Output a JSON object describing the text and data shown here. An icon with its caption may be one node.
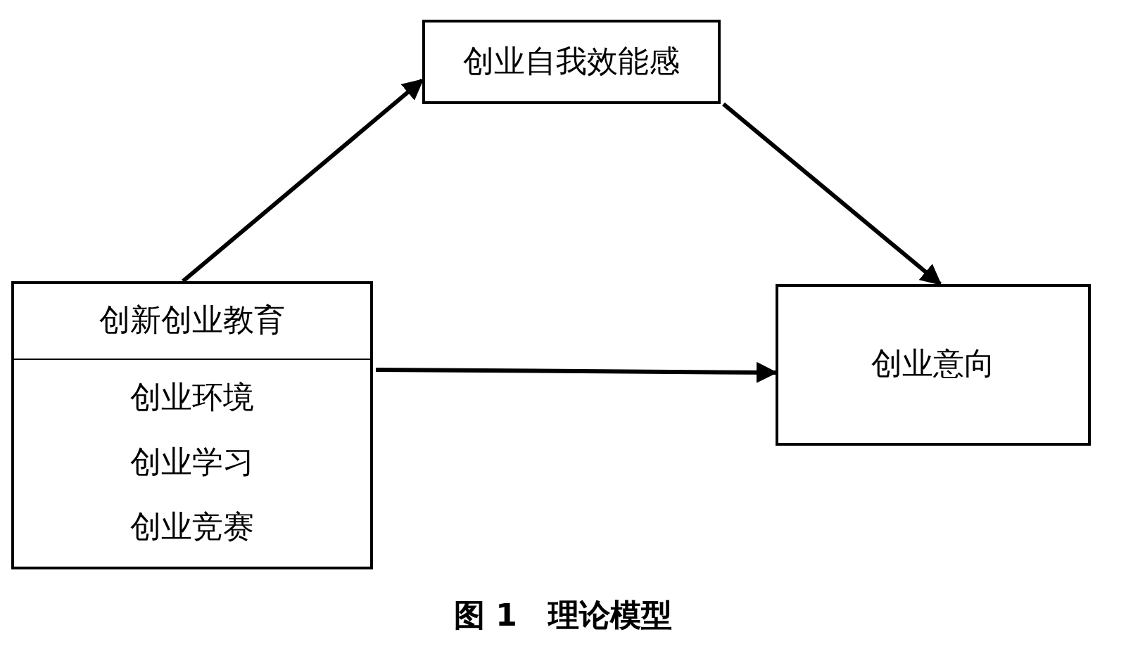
{
  "diagram": {
    "caption": "图 1　理论模型",
    "nodes": [
      {
        "text": [
          "创新创业教育",
          "创业环境",
          "创业学习",
          "创业竞赛"
        ]
      },
      {
        "text": [
          "创业自我效能感"
        ]
      },
      {
        "text": [
          "创业意向"
        ]
      }
    ],
    "edges": [
      {
        "from": 0,
        "to": 1,
        "arrow": "to"
      },
      {
        "from": 1,
        "to": 2,
        "arrow": "to"
      },
      {
        "from": 0,
        "to": 2,
        "arrow": "to"
      }
    ]
  }
}
